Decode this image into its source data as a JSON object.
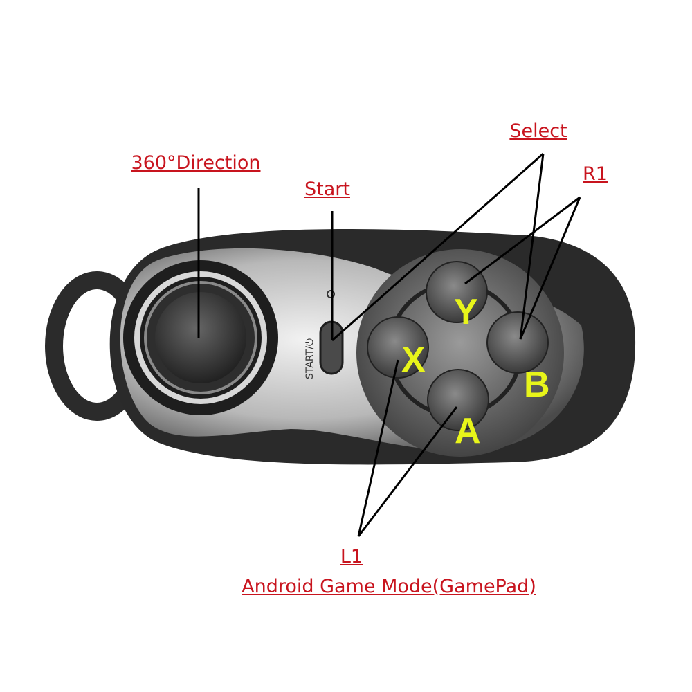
{
  "labels": {
    "direction": "360°Direction",
    "start": "Start",
    "select": "Select",
    "r1": "R1",
    "l1": "L1",
    "mode": "Android Game Mode(GamePad)"
  },
  "buttons": {
    "y": "Y",
    "x": "X",
    "b": "B",
    "a": "A"
  },
  "device_text": {
    "start_power": "START/⏻"
  },
  "colors": {
    "label": "#c8141e",
    "button_letter": "#e8f51a"
  }
}
